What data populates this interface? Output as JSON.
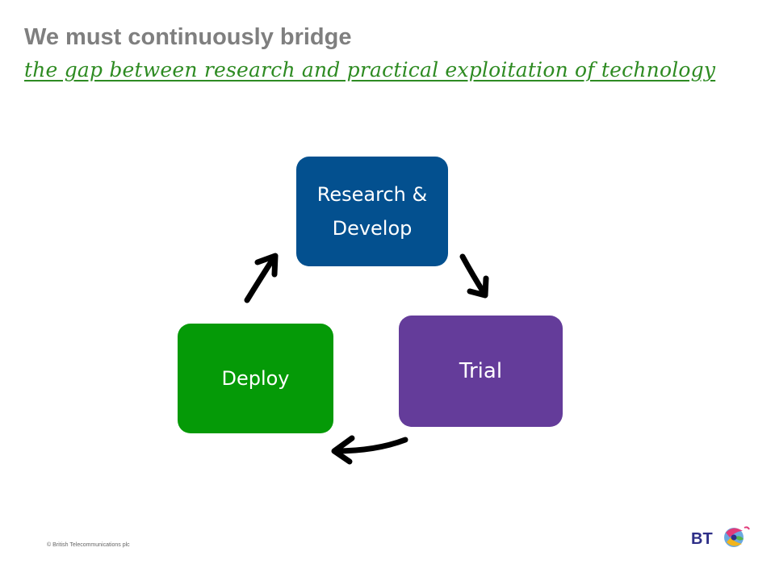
{
  "slide": {
    "title": "We must continuously bridge",
    "subtitle": "the gap between research and practical exploitation of technology"
  },
  "cycle": {
    "nodes": [
      {
        "label_line1": "Research &",
        "label_line2": "Develop",
        "color": "#03508f"
      },
      {
        "label": "Trial",
        "color": "#643c9a"
      },
      {
        "label": "Deploy",
        "color": "#059a07"
      }
    ]
  },
  "footer": {
    "copyright": "© British Telecommunications  plc"
  },
  "logo": {
    "text": "BT",
    "text_color": "#2d2e87",
    "icon": "bt-piper-globe-icon"
  }
}
